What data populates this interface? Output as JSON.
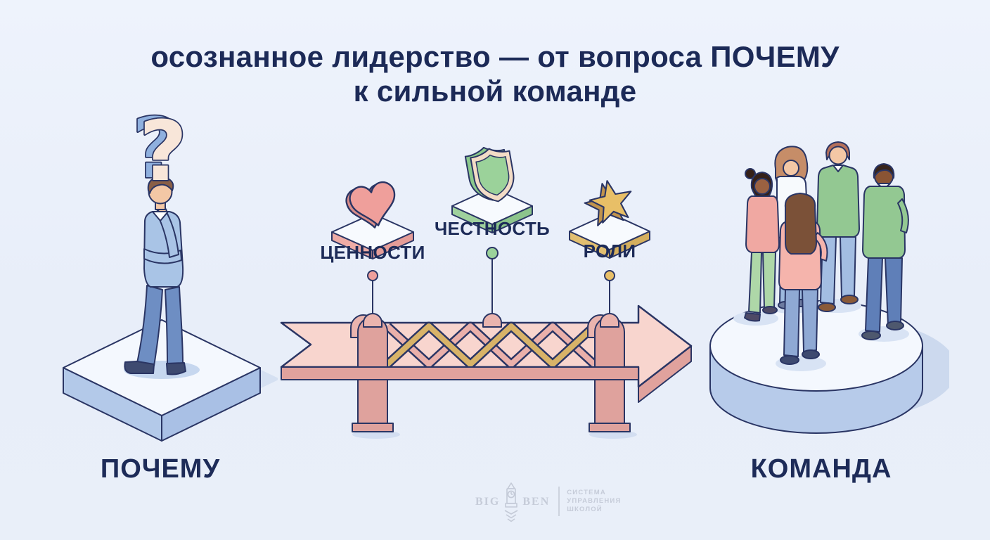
{
  "title": {
    "line1": "осознанное лидерство — от вопроса ПОЧЕМУ",
    "line2": "к сильной команде"
  },
  "scenes": {
    "start": {
      "label": "ПОЧЕМУ",
      "question_mark": "?"
    },
    "end": {
      "label": "КОМАНДА"
    }
  },
  "bridge": {
    "items": [
      {
        "label": "ЦЕННОСТИ",
        "icon": "heart-icon",
        "color": "#ef9f9b",
        "accent": "#d98d89",
        "platform_color": "#eeaca6"
      },
      {
        "label": "ЧЕСТНОСТЬ",
        "icon": "shield-icon",
        "color": "#9bd29a",
        "accent": "#f3dcc6",
        "platform_color": "#9fd19d"
      },
      {
        "label": "РОЛИ",
        "icon": "star-icon",
        "color": "#e8bf67",
        "accent": "#c0934c",
        "platform_color": "#e2bf70"
      }
    ]
  },
  "footer": {
    "brand_left": "BIG",
    "brand_right": "BEN",
    "tagline": [
      "СИСТЕМА",
      "УПРАВЛЕНИЯ",
      "ШКОЛОЙ"
    ]
  },
  "colors": {
    "background": "#e9eff9",
    "title_text": "#1c2a57",
    "outline": "#2a3564",
    "arrow_fill": "#f8d5ce",
    "arrow_shade": "#e0a29d",
    "truss_gold": "#d8b368",
    "truss_pink": "#eab0aa",
    "platform_side_blue": "#b7cbea",
    "watermark": "#c6ccd9"
  }
}
